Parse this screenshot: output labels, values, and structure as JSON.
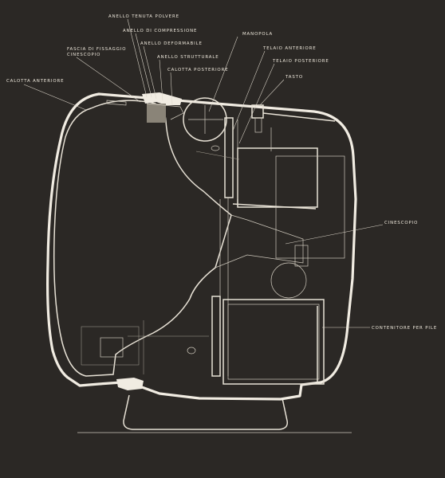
{
  "labels": {
    "anello_tenuta_polvere": "ANELLO TENUTA POLVERE",
    "anello_compressione": "ANELLO DI COMPRESSIONE",
    "anello_deformabile": "ANELLO DEFORMABILE",
    "anello_strutturale": "ANELLO STRUTTURALE",
    "calotta_posteriore": "CALOTTA POSTERIORE",
    "fascia_fissaggio_line1": "FASCIA DI FISSAGGIO",
    "fascia_fissaggio_line2": "CINESCOPIO",
    "calotta_anteriore": "CALOTTA ANTERIORE",
    "manopola": "MANOPOLA",
    "telaio_anteriore": "TELAIO ANTERIORE",
    "telaio_posteriore": "TELAIO POSTERIORE",
    "tasto": "TASTO",
    "cinescopio": "CINESCOPIO",
    "contenitore_pile": "CONTENITORE PER PILE"
  },
  "colors": {
    "background": "#2b2825",
    "line": "#f1ece2"
  }
}
